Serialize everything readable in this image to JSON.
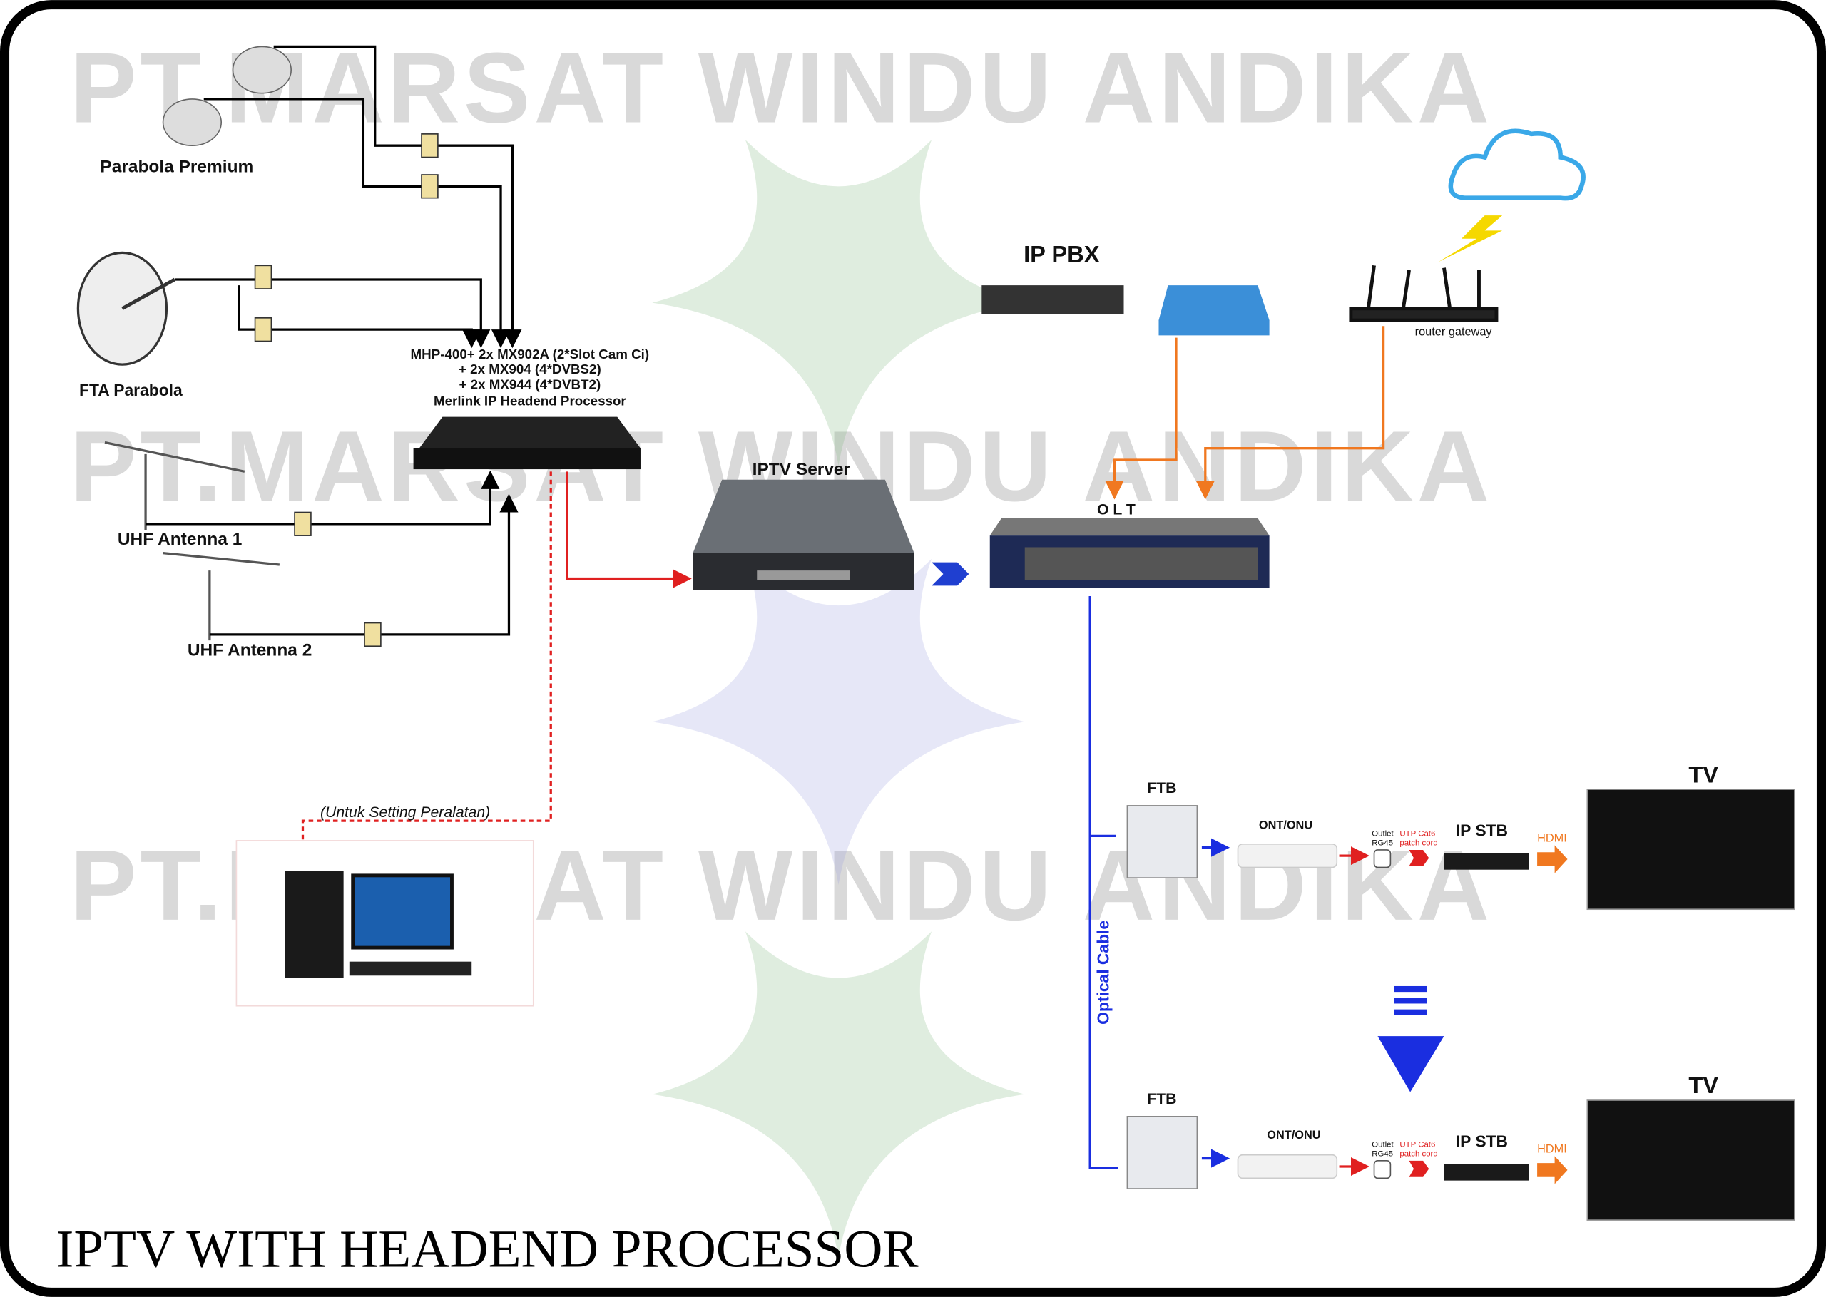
{
  "watermark": "PT.MARSAT WINDU ANDIKA",
  "title": "IPTV WITH HEADEND PROCESSOR",
  "sources": {
    "parabola_premium": "Parabola Premium",
    "fta_parabola": "FTA Parabola",
    "uhf1": "UHF Antenna 1",
    "uhf2": "UHF Antenna 2"
  },
  "headend": {
    "lines": [
      "MHP-400+ 2x MX902A (2*Slot Cam Ci)",
      "+ 2x MX904 (4*DVBS2)",
      "+ 2x MX944 (4*DVBT2)",
      "Merlink IP Headend Processor"
    ]
  },
  "iptv_server": "IPTV Server",
  "ip_pbx": "IP PBX",
  "router": "router gateway",
  "olt": "O L T",
  "pc_note": "(Untuk Setting Peralatan)",
  "optical_cable": "Optical Cable",
  "branches": [
    {
      "ftb": "FTB",
      "ont": "ONT/ONU",
      "outlet": [
        "Outlet",
        "RG45"
      ],
      "patch": [
        "UTP Cat6",
        "patch cord"
      ],
      "stb": "IP STB",
      "hdmi": "HDMI",
      "tv": "TV"
    },
    {
      "ftb": "FTB",
      "ont": "ONT/ONU",
      "outlet": [
        "Outlet",
        "RG45"
      ],
      "patch": [
        "UTP Cat6",
        "patch cord"
      ],
      "stb": "IP STB",
      "hdmi": "HDMI",
      "tv": "TV"
    }
  ],
  "colors": {
    "signal": "#000000",
    "lan": "#e02020",
    "uplink": "#f07820",
    "optical": "#1a2ee0",
    "cloud": "#3aa8e8",
    "lightning": "#f5d800"
  }
}
